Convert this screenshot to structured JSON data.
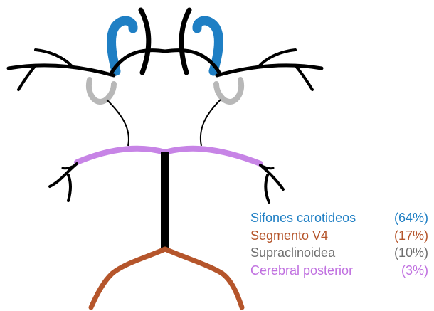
{
  "legend": [
    {
      "label": "Sifones carotideos",
      "percent": "(64%)",
      "color": "#1f7fc4"
    },
    {
      "label": "Segmento V4",
      "percent": "(17%)",
      "color": "#b5552b"
    },
    {
      "label": "Supraclinoidea",
      "percent": "(10%)",
      "color": "#6f6f6f"
    },
    {
      "label": "Cerebral posterior",
      "percent": "(3%)",
      "color": "#c070e0"
    }
  ],
  "colors": {
    "carotid": "#1f7fc4",
    "v4": "#b5552b",
    "supraclinoid": "#b8b8b8",
    "posterior_cerebral": "#c784e6",
    "vessel": "#000000"
  }
}
